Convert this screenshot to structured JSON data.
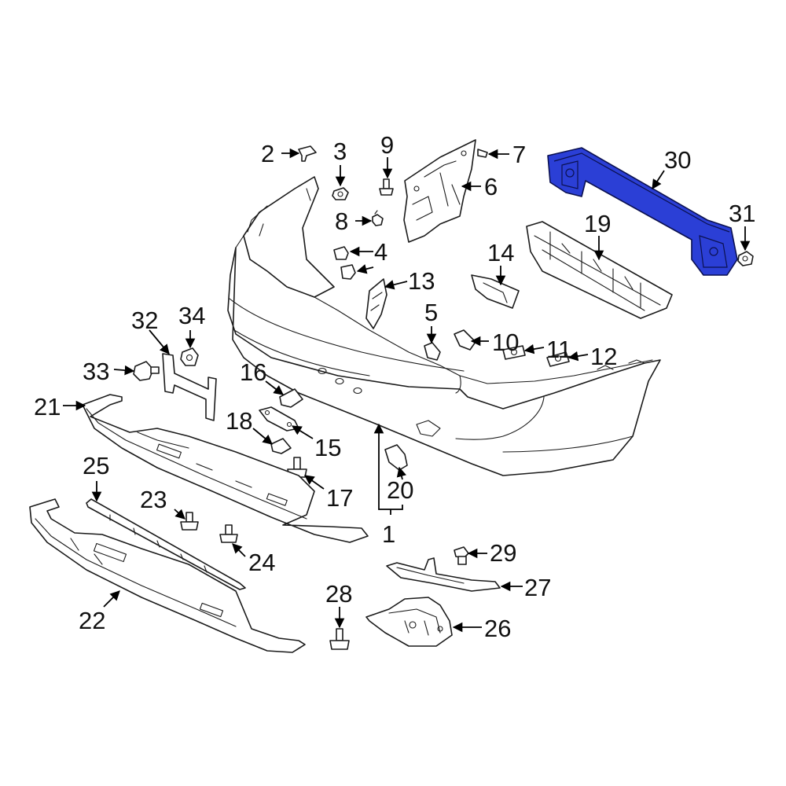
{
  "colors": {
    "background": "#ffffff",
    "line": "#1a1a1a",
    "highlight": "#2b3fd6",
    "highlight_outline": "#0b1150"
  },
  "highlighted_part": "30",
  "callouts": [
    {
      "id": "c1",
      "label": "1"
    },
    {
      "id": "c2",
      "label": "2"
    },
    {
      "id": "c3",
      "label": "3"
    },
    {
      "id": "c4",
      "label": "4"
    },
    {
      "id": "c5",
      "label": "5"
    },
    {
      "id": "c6",
      "label": "6"
    },
    {
      "id": "c7",
      "label": "7"
    },
    {
      "id": "c8",
      "label": "8"
    },
    {
      "id": "c9",
      "label": "9"
    },
    {
      "id": "c10",
      "label": "10"
    },
    {
      "id": "c11",
      "label": "11"
    },
    {
      "id": "c12",
      "label": "12"
    },
    {
      "id": "c13",
      "label": "13"
    },
    {
      "id": "c14",
      "label": "14"
    },
    {
      "id": "c15",
      "label": "15"
    },
    {
      "id": "c16",
      "label": "16"
    },
    {
      "id": "c17",
      "label": "17"
    },
    {
      "id": "c18",
      "label": "18"
    },
    {
      "id": "c19",
      "label": "19"
    },
    {
      "id": "c20",
      "label": "20"
    },
    {
      "id": "c21",
      "label": "21"
    },
    {
      "id": "c22",
      "label": "22"
    },
    {
      "id": "c23",
      "label": "23"
    },
    {
      "id": "c24",
      "label": "24"
    },
    {
      "id": "c25",
      "label": "25"
    },
    {
      "id": "c26",
      "label": "26"
    },
    {
      "id": "c27",
      "label": "27"
    },
    {
      "id": "c28",
      "label": "28"
    },
    {
      "id": "c29",
      "label": "29"
    },
    {
      "id": "c30",
      "label": "30"
    },
    {
      "id": "c31",
      "label": "31"
    },
    {
      "id": "c32",
      "label": "32"
    },
    {
      "id": "c33",
      "label": "33"
    },
    {
      "id": "c34",
      "label": "34"
    }
  ]
}
